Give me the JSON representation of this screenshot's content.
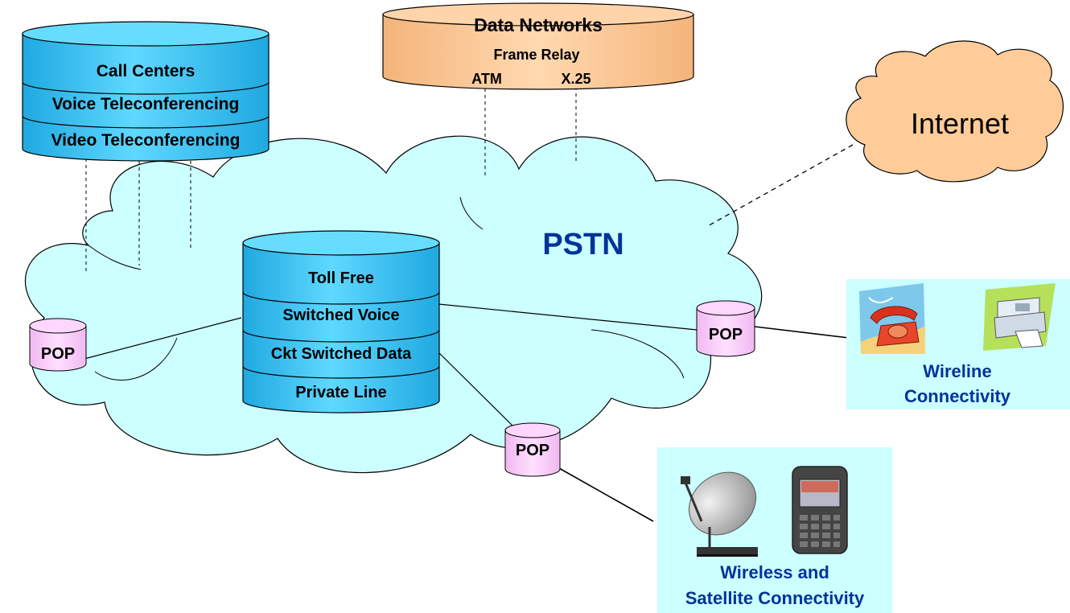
{
  "pstn": {
    "label": "PSTN"
  },
  "internet": {
    "label": "Internet"
  },
  "conferencing_stack": {
    "layers": [
      "Call Centers",
      "Voice Teleconferencing",
      "Video Teleconferencing"
    ]
  },
  "data_networks": {
    "title": "Data Networks",
    "items": [
      "Frame Relay",
      "ATM",
      "X.25"
    ]
  },
  "core_services": {
    "layers": [
      "Toll Free",
      "Switched Voice",
      "Ckt Switched Data",
      "Private Line"
    ]
  },
  "pops": [
    "POP",
    "POP",
    "POP"
  ],
  "wireline": {
    "line1": "Wireline",
    "line2": "Connectivity"
  },
  "wireless": {
    "line1": "Wireless and",
    "line2": "Satellite Connectivity"
  },
  "colors": {
    "cloud_fill": "#ccffff",
    "stack_fill": "#33ccff",
    "data_net_fill": "#ffcc99",
    "pop_fill": "#ffccff",
    "panel_fill": "#ccffff",
    "accent_text": "#003399"
  }
}
